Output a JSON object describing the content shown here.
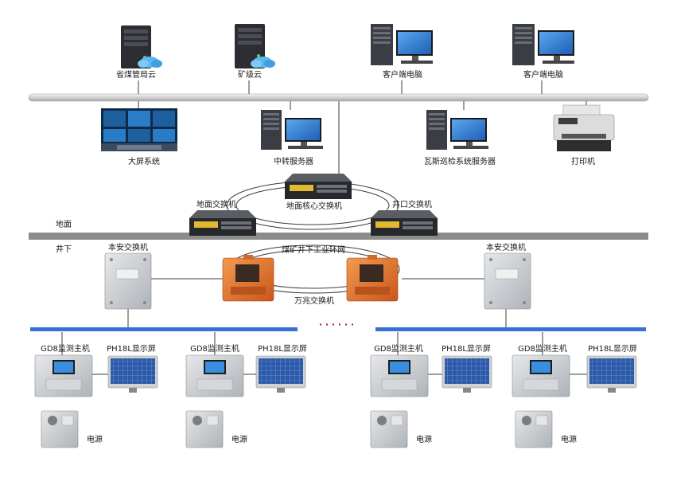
{
  "labels": {
    "provincial_cloud": "省煤管局云",
    "mine_cloud": "矿级云",
    "client_pc_1": "客户端电脑",
    "client_pc_2": "客户端电脑",
    "big_screen": "大屏系统",
    "relay_server": "中转服务器",
    "gas_server": "瓦斯巡检系统服务器",
    "printer": "打印机",
    "ground_switch": "地面交换机",
    "core_switch": "地面核心交换机",
    "shaft_switch": "井口交换机",
    "surface": "地面",
    "underground": "井下",
    "safe_switch_left": "本安交换机",
    "ring_network": "煤矿井下工业环网",
    "safe_switch_right": "本安交换机",
    "gigabit_switch": "万兆交换机",
    "ellipsis": "· · · · · ·",
    "gd8_1": "GD8监测主机",
    "ph18l_1": "PH18L显示屏",
    "gd8_2": "GD8监测主机",
    "ph18l_2": "PH18L显示屏",
    "gd8_3": "GD8监测主机",
    "ph18l_3": "PH18L显示屏",
    "gd8_4": "GD8监测主机",
    "ph18l_4": "PH18L显示屏",
    "power_1": "电源",
    "power_2": "电源",
    "power_3": "电源",
    "power_4": "电源"
  },
  "colors": {
    "backbone": "#d9d9d9",
    "ground_bar": "#8c8c8c",
    "blue_bus": "#3a6fd6",
    "explosion_proof": "#e8762c",
    "server_dark": "#2b2d33",
    "monitor_blue": "#2f7fd8",
    "steel": "#c9ccd0"
  }
}
